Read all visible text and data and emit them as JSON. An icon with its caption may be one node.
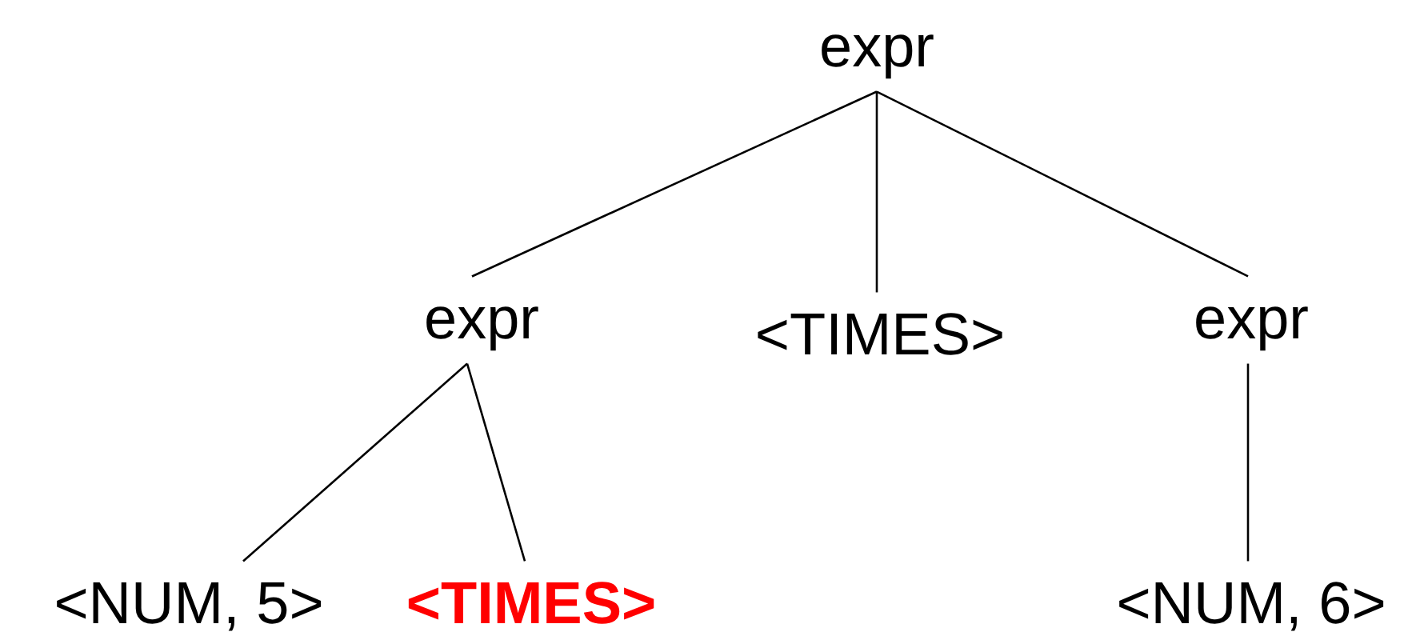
{
  "diagram": {
    "nodes": [
      {
        "text": [
          "expr"
        ]
      },
      {
        "text": [
          "expr"
        ]
      },
      {
        "text": [
          "<TIMES>"
        ]
      },
      {
        "text": [
          "expr"
        ]
      },
      {
        "text": [
          "<NUM, 5>"
        ]
      },
      {
        "text": [
          "<TIMES>"
        ]
      },
      {
        "text": [
          "<NUM, 6>"
        ]
      }
    ],
    "edges": [
      {
        "from": 0,
        "to": 1,
        "arrow": "none"
      },
      {
        "from": 0,
        "to": 2,
        "arrow": "none"
      },
      {
        "from": 0,
        "to": 3,
        "arrow": "none"
      },
      {
        "from": 1,
        "to": 4,
        "arrow": "none"
      },
      {
        "from": 1,
        "to": 5,
        "arrow": "none"
      },
      {
        "from": 3,
        "to": 6,
        "arrow": "none"
      }
    ]
  }
}
